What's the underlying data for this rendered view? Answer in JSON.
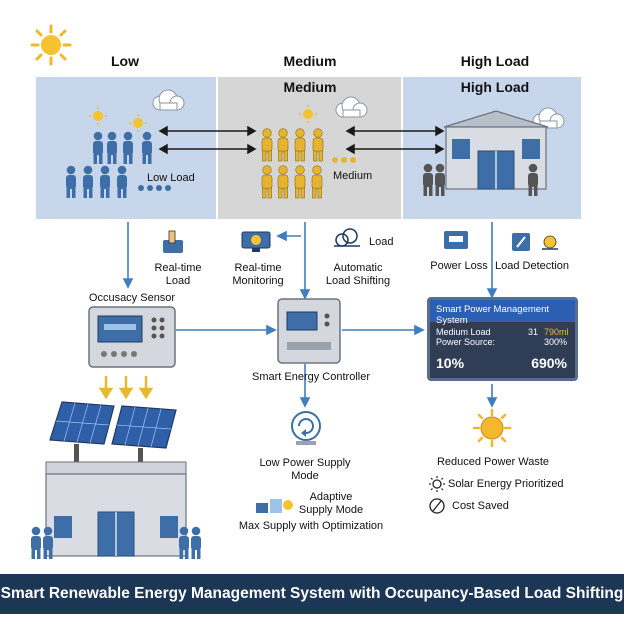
{
  "headers": {
    "low": "Low",
    "medium": "Medium",
    "high": "High Load"
  },
  "panels": {
    "medium_title": "Medium",
    "high_title": "High Load",
    "low_caption": "Low Load",
    "medium_caption": "Medium"
  },
  "nodes": {
    "realtime_load": "Real-time\nLoad",
    "realtime_monitoring": "Real-time\nMonitoring",
    "load": "Load",
    "automatic_load_shifting": "Automatic\nLoad Shifting",
    "power_loss": "Power Loss",
    "load_detection": "Load Detection",
    "occupancy_sensor": "Occusacy Sensor",
    "smart_energy_controller": "Smart Energy Controller",
    "low_power_supply_mode": "Low Power Supply\nMode",
    "adaptive_supply_mode": "Adaptive\nSupply Mode",
    "max_supply": "Max Supply with Optimization",
    "reduced_power_waste": "Reduced Power Waste",
    "solar_energy_prioritized": "Solar Energy Prioritized",
    "cost_saved": "Cost Saved"
  },
  "monitor": {
    "title": "Smart Power Management System",
    "row1_label": "Medium Load",
    "row1_value": "31",
    "row1_value2": "790ml",
    "row2_label": "Power Source:",
    "row2_value": "300%",
    "big_left": "10%",
    "big_right": "690%"
  },
  "footer_title": "Smart Renewable Energy Management System with Occupancy-Based Load Shifting",
  "colors": {
    "panel_low": "#c7d6ea",
    "panel_medium": "#d6d6d6",
    "panel_high": "#c7d6ea",
    "person_blue": "#3e6ea8",
    "person_yellow": "#e7b432",
    "arrow_blue": "#3f7fc1",
    "arrow_yellow": "#e8b92f",
    "sun": "#f2b62a",
    "footer": "#1c3656"
  }
}
